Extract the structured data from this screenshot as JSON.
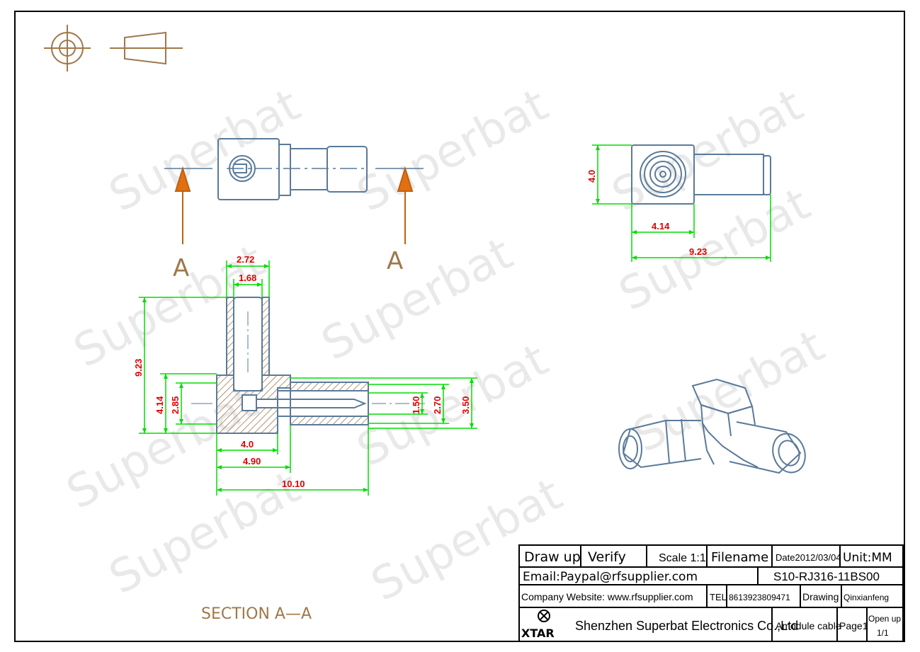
{
  "watermark": "Superbat",
  "section_letter_left": "A",
  "section_letter_right": "A",
  "section_caption": "SECTION  A—A",
  "dimensions": {
    "d_272": "2.72",
    "d_168": "1.68",
    "d_923_v": "9.23",
    "d_414_v": "4.14",
    "d_285": "2.85",
    "d_150": "1.50",
    "d_270": "2.70",
    "d_350": "3.50",
    "d_40_h": "4.0",
    "d_490": "4.90",
    "d_1010": "10.10",
    "d_40_v": "4.0",
    "d_414_h": "4.14",
    "d_923_h": "9.23"
  },
  "title_block": {
    "draw_up": "Draw up",
    "verify": "Verify",
    "scale": "Scale 1:1",
    "filename": "Filename",
    "date": "Date2012/03/04",
    "unit": "Unit:MM",
    "email": "Email:Paypal@rfsupplier.com",
    "part_no": "S10-RJ316-11BS00",
    "website": "Company Website:  www.rfsupplier.com",
    "tel_label": "TEL",
    "tel": "8613923809471",
    "drawing": "Drawing",
    "drawer": "Qinxianfeng",
    "logo": "XTAR",
    "company": "Shenzhen Superbat Electronics Co.,Ltd",
    "product": "Amodule cable",
    "page": "Page1",
    "open_up": "Open up",
    "open_up_value": "1/1"
  },
  "colors": {
    "outline": "#5a7a9a",
    "dimension": "#00dd00",
    "dim_text": "#e00000",
    "symbol": "#a0784a",
    "hatch": "#a0784a"
  }
}
